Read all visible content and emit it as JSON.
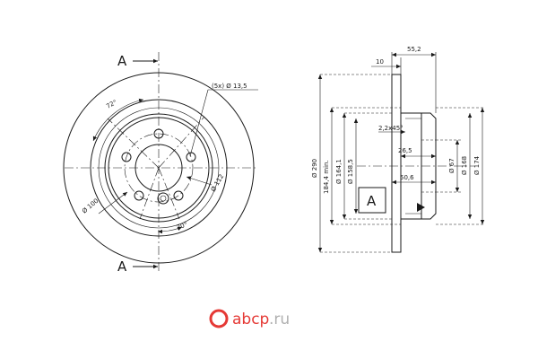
{
  "front_view": {
    "section_label_top": "A",
    "section_label_bottom": "A",
    "hole_spec": "(5x) Ø 13,5",
    "angle_72": "72°",
    "angle_20": "20°",
    "dia_100": "Ø 100",
    "dia_112": "Ø 112"
  },
  "side_view": {
    "dim_55_2": "55,2",
    "dim_10": "10",
    "chamfer": "2,2x45°",
    "dim_26_5": "26,5",
    "dim_50_6": "50,6",
    "dia_290": "Ø 290",
    "dim_184_4": "184,4 min.",
    "dia_164_1": "Ø 164,1",
    "dia_158_5": "Ø 158,5",
    "dia_67": "Ø 67",
    "dia_168": "Ø 168",
    "dia_174": "Ø 174",
    "section_box": "A"
  },
  "watermark": {
    "brand": "abcp",
    "domain": ".ru",
    "brand_color": "#e53935",
    "text_color": "#b0b0b0"
  }
}
